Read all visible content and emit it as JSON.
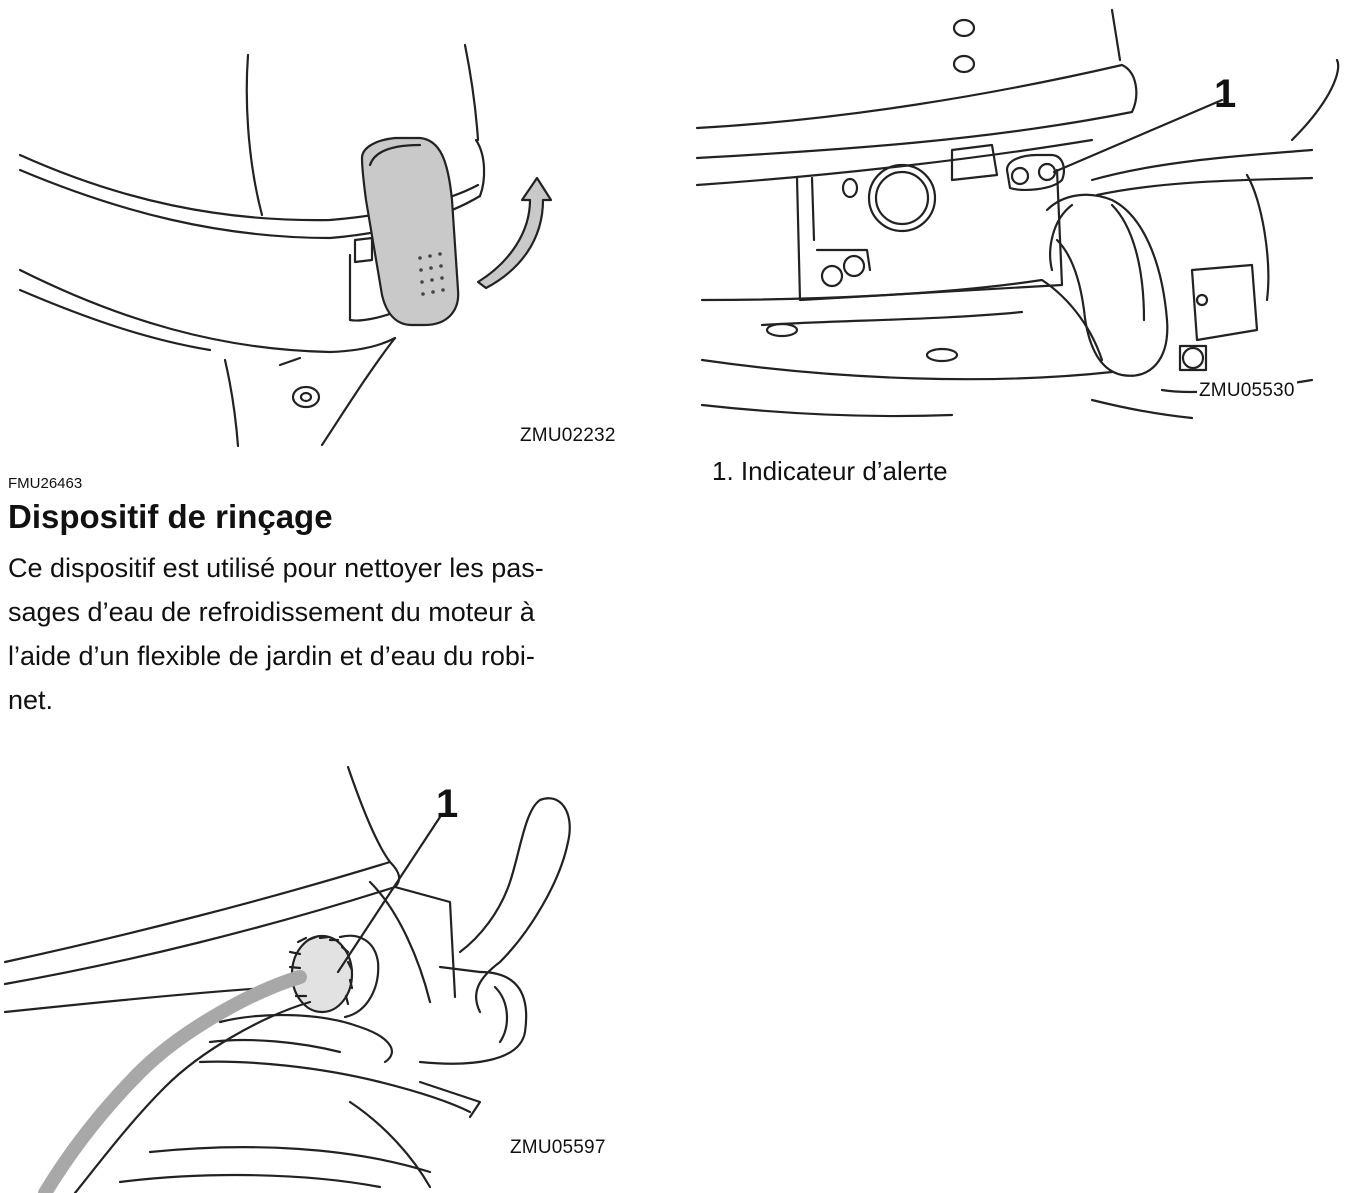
{
  "figures": {
    "cowl_lock": {
      "code": "ZMU02232"
    },
    "warning_indicator": {
      "code": "ZMU05530",
      "callout": "1"
    },
    "flushing_device": {
      "code": "ZMU05597",
      "callout": "1"
    }
  },
  "section": {
    "code": "FMU26463",
    "title": "Dispositif de rinçage",
    "body_lines": [
      "Ce dispositif est utilisé pour nettoyer les pas-",
      "sages d’eau de refroidissement du moteur à",
      "l’aide d’un flexible de jardin et d’eau du robi-",
      "net."
    ]
  },
  "legend": {
    "item_1": "1. Indicateur d’alerte"
  }
}
